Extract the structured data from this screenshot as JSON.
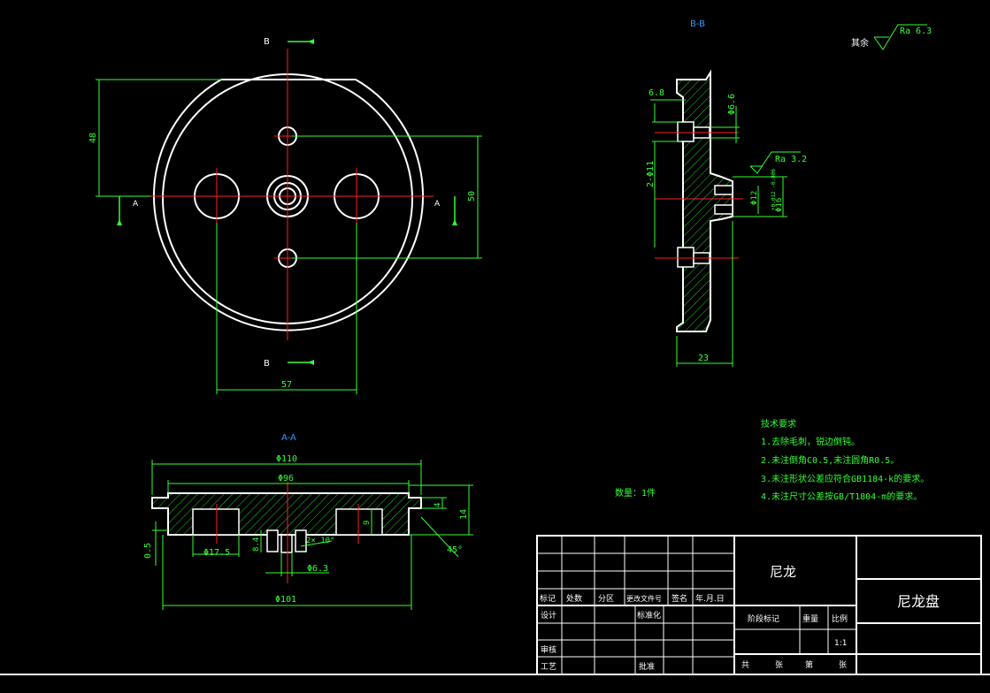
{
  "views": {
    "section_bb_label": "B-B",
    "section_aa_label": "A-A",
    "cut_b": "B",
    "cut_a": "A"
  },
  "dimensions": {
    "front_48": "48",
    "front_50": "50",
    "front_57": "57",
    "bb_6_8": "6.8",
    "bb_d6_6": "Φ6.6",
    "bb_2_d11": "2-Φ11",
    "bb_d12": "Φ12",
    "bb_d16": "Φ16",
    "bb_d16_tol": "+0.012 -0.006",
    "bb_23": "23",
    "aa_d110": "Φ110",
    "aa_d96": "Φ96",
    "aa_4": "4",
    "aa_14": "14",
    "aa_9": "9",
    "aa_0_5": "0.5",
    "aa_d17_5": "Φ17.5",
    "aa_8_4": "8.4",
    "aa_chamfer": "2× 10°",
    "aa_45": "45°",
    "aa_d6_3": "Φ6.3",
    "aa_d101": "Φ101"
  },
  "roughness": {
    "rest_label": "其余",
    "rest_value": "Ra 6.3",
    "bore_value": "Ra 3.2"
  },
  "tech_req": {
    "title": "技术要求",
    "items": [
      "1.去除毛刺，锐边倒钝。",
      "2.未注倒角C0.5,未注圆角R0.5。",
      "3.未注形状公差应符合GB1184-k的要求。",
      "4.未注尺寸公差按GB/T1804-m的要求。"
    ]
  },
  "quantity": "数量：1件",
  "title_block": {
    "material": "尼龙",
    "part_name": "尼龙盘",
    "row_headers": [
      "标记",
      "处数",
      "分区",
      "更改文件号",
      "签名",
      "年.月.日"
    ],
    "design": "设计",
    "standardize": "标准化",
    "review": "审核",
    "process": "工艺",
    "approve": "批准",
    "stage": "阶段标记",
    "weight": "重量",
    "scale_label": "比例",
    "scale_value": "1:1",
    "sheets_total": "共",
    "sheets_of": "张",
    "sheet_no": "第",
    "sheet_unit": "张"
  },
  "colors": {
    "background": "#000000",
    "outline": "#ffffff",
    "dimension": "#33ff33",
    "centerline": "#ff2020",
    "section_label": "#3399ff"
  }
}
